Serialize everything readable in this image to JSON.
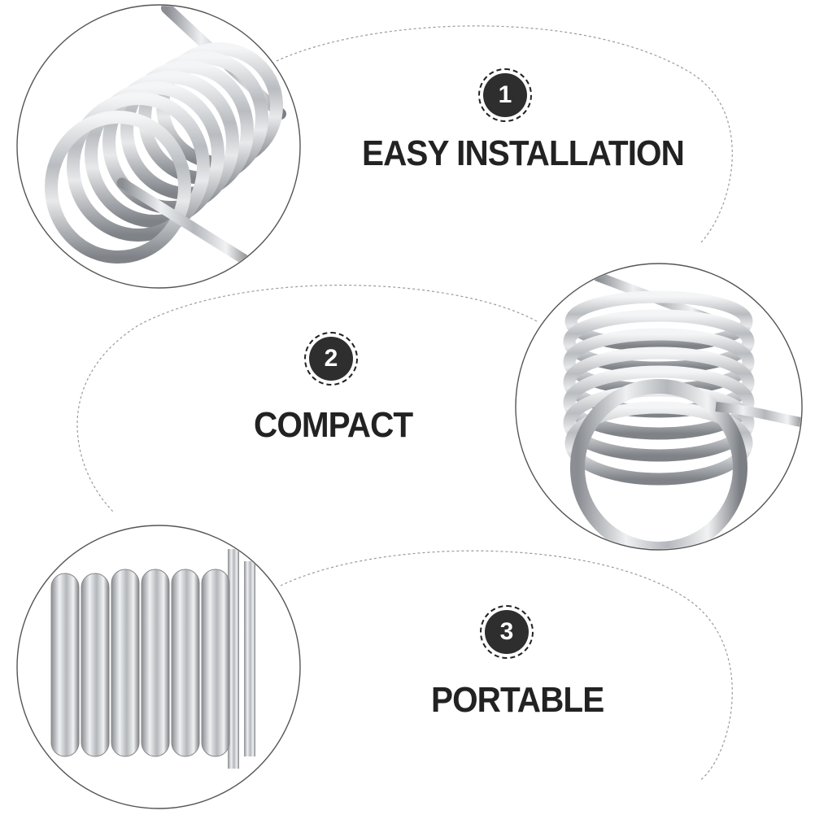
{
  "features": [
    {
      "number": "1",
      "label": "EASY INSTALLATION",
      "image": "spring-coil-angled"
    },
    {
      "number": "2",
      "label": "COMPACT",
      "image": "spring-coil-end-view"
    },
    {
      "number": "3",
      "label": "PORTABLE",
      "image": "spring-coil-side-view"
    }
  ],
  "colors": {
    "badge": "#2e2e2e",
    "text": "#222222",
    "dashed_outline": "#9a9a9a",
    "steel": "#c9ccd0"
  }
}
